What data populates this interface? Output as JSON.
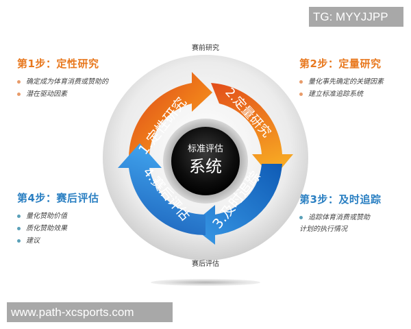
{
  "watermark_top": "TG: MYYJJPP",
  "watermark_bottom": "www.path-xcsports.com",
  "center": {
    "line1": "标准评估",
    "line2": "系统"
  },
  "ring_labels": {
    "top": "赛前研究",
    "bottom": "赛后评估"
  },
  "arcs": [
    {
      "label": "1.定性研究",
      "color": "#e8621a"
    },
    {
      "label": "2.定量研究",
      "color": "#e8621a"
    },
    {
      "label": "3.及时追踪",
      "color": "#1f72c9"
    },
    {
      "label": "4.赛后评估",
      "color": "#1f72c9"
    }
  ],
  "steps": [
    {
      "title": "第1步：定性研究",
      "color": "#e8781e",
      "bullets": [
        "确定成为体育消费或赞助的",
        "潜在驱动因素"
      ]
    },
    {
      "title": "第2步：定量研究",
      "color": "#e8781e",
      "bullets": [
        "量化事先确定的关键因素",
        "建立标准追踪系统"
      ]
    },
    {
      "title": "第3步：及时追踪",
      "color": "#2a7fc2",
      "bullets": [
        "追踪体育消费或赞助"
      ],
      "continuation": "计划的执行情况"
    },
    {
      "title": "第4步：赛后评估",
      "color": "#2a7fc2",
      "bullets": [
        "量化赞助价值",
        "质化赞助效果",
        "建议"
      ]
    }
  ]
}
